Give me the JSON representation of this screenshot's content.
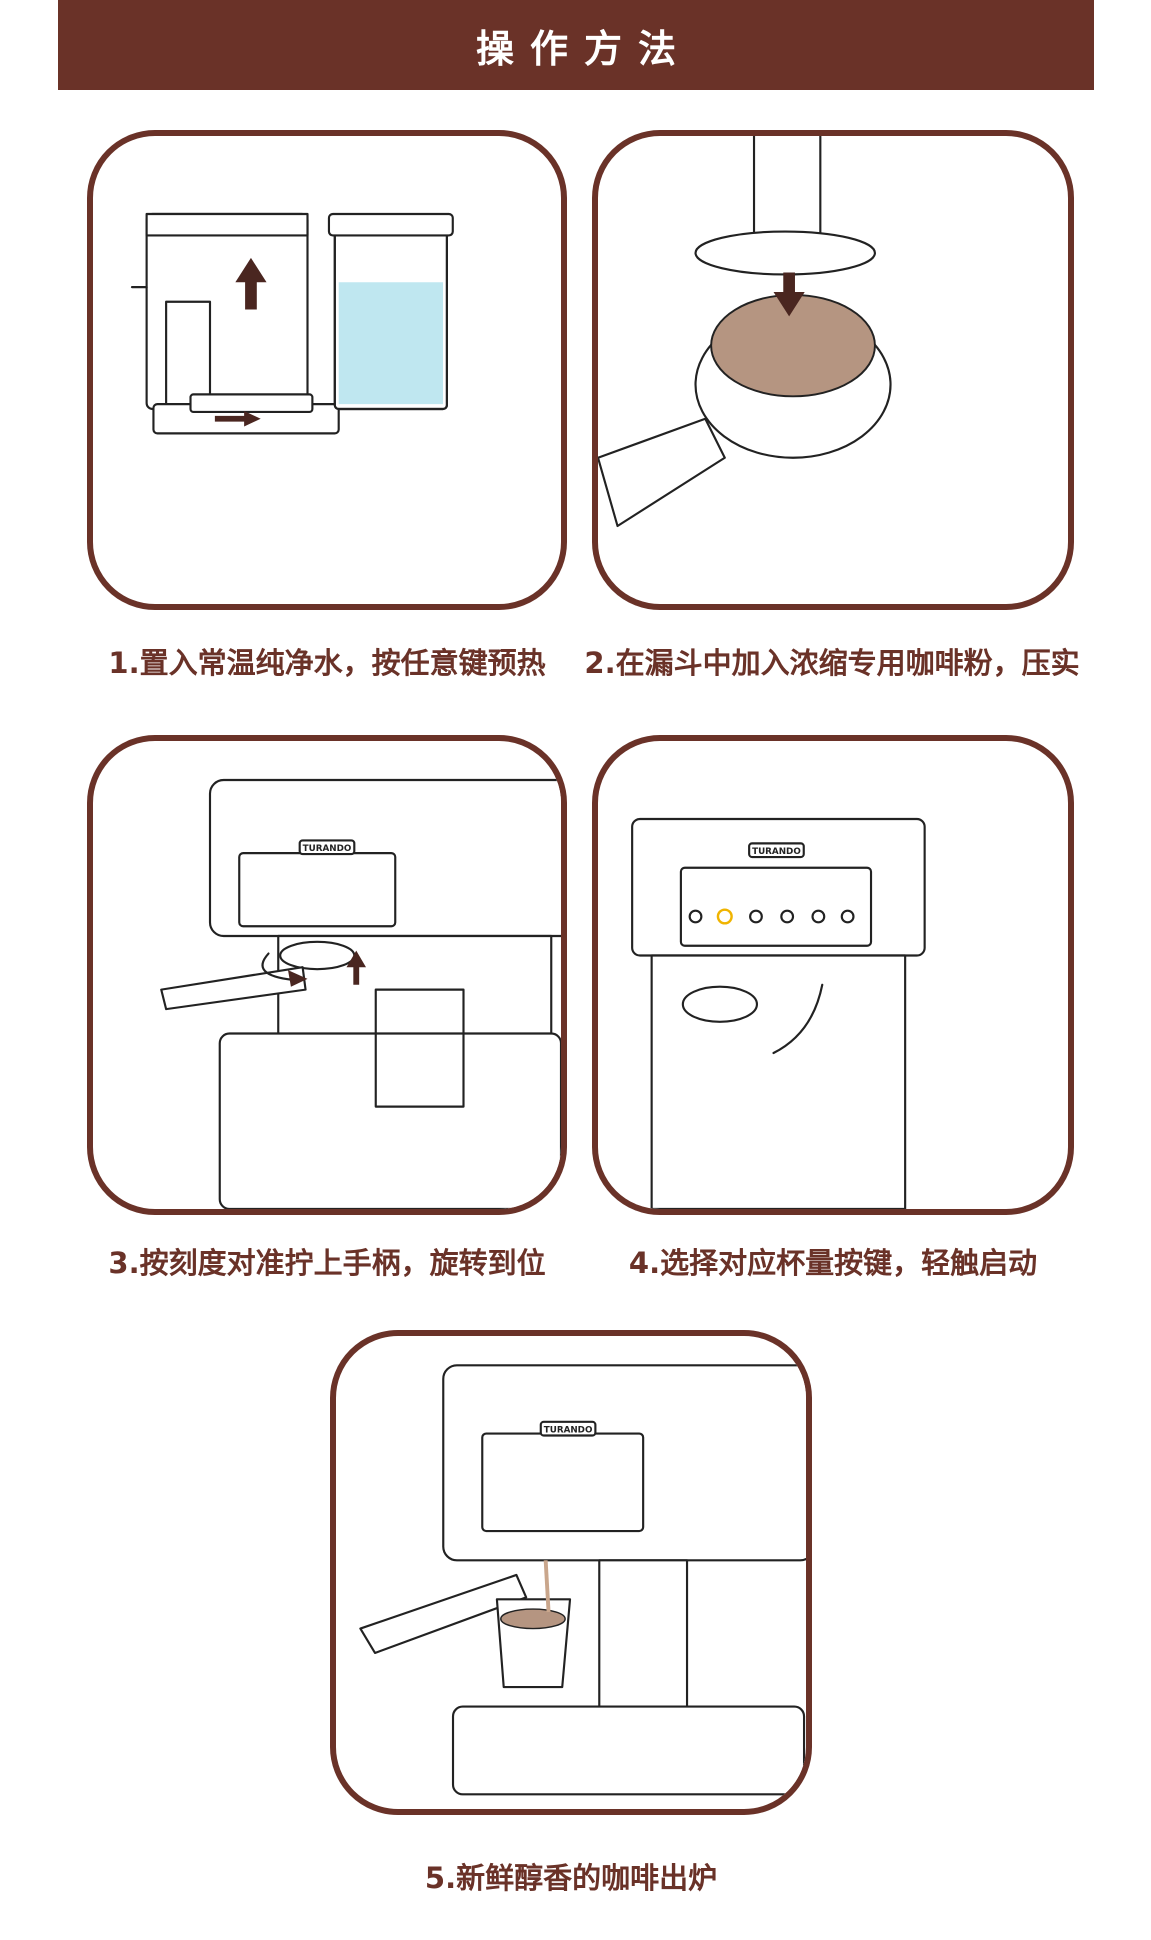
{
  "header": {
    "title": "操作方法"
  },
  "steps": [
    {
      "caption": "1.置入常温纯净水，按任意键预热"
    },
    {
      "caption": "2.在漏斗中加入浓缩专用咖啡粉，压实"
    },
    {
      "caption": "3.按刻度对准拧上手柄，旋转到位"
    },
    {
      "caption": "4.选择对应杯量按键，轻触启动"
    },
    {
      "caption": "5.新鲜醇香的咖啡出炉"
    }
  ],
  "brand": {
    "logo_text": "TURANDO"
  },
  "colors": {
    "accent": "#6a3228",
    "water": "#bfe7f0",
    "coffee_grounds": "#b59581",
    "highlight": "#f0b400"
  }
}
